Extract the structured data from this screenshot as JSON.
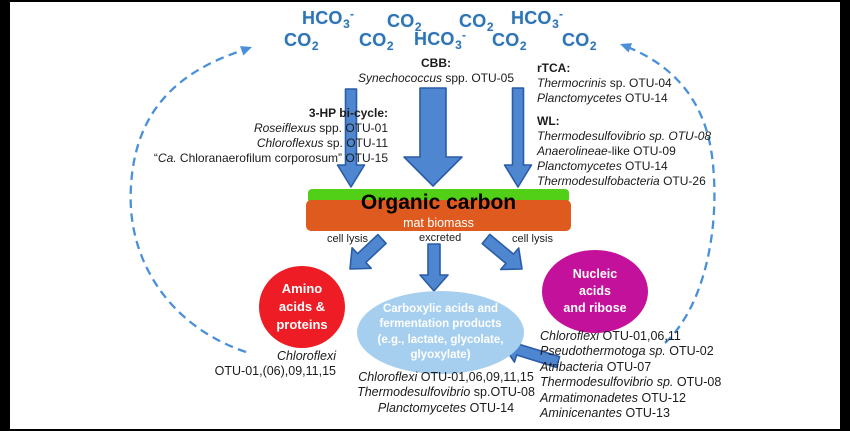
{
  "colors": {
    "blue_text": "#2E74B5",
    "arrow_fill": "#4E86D0",
    "arrow_stroke": "#2A5CA8",
    "dashed_arc": "#4A90D9",
    "green_bar": "#52D017",
    "orange_bar": "#DE5A1E",
    "red_circle": "#EE1C24",
    "magenta_circle": "#C4119B",
    "light_blue_ellipse": "#A6CFEF"
  },
  "top_formulas": {
    "row1": [
      [
        {
          "t": "HCO"
        },
        {
          "t": "3",
          "d": "sub"
        },
        {
          "t": "-",
          "d": "sup"
        }
      ],
      [
        {
          "t": "CO"
        },
        {
          "t": "2",
          "d": "sub"
        }
      ],
      [
        {
          "t": "CO"
        },
        {
          "t": "2",
          "d": "sub"
        }
      ],
      [
        {
          "t": "HCO"
        },
        {
          "t": "3",
          "d": "sub"
        },
        {
          "t": "-",
          "d": "sup"
        }
      ]
    ],
    "row2": [
      [
        {
          "t": "CO"
        },
        {
          "t": "2",
          "d": "sub"
        }
      ],
      [
        {
          "t": "CO"
        },
        {
          "t": "2",
          "d": "sub"
        }
      ],
      [
        {
          "t": "HCO"
        },
        {
          "t": "3",
          "d": "sub"
        },
        {
          "t": "-",
          "d": "sup"
        }
      ],
      [
        {
          "t": "CO"
        },
        {
          "t": "2",
          "d": "sub"
        }
      ],
      [
        {
          "t": "CO"
        },
        {
          "t": "2",
          "d": "sub"
        }
      ]
    ]
  },
  "pathways": {
    "hp": {
      "title": "3-HP bi-cycle:",
      "lines": [
        [
          {
            "t": "Roseiflexus",
            "i": 1
          },
          {
            "t": " spp. OTU-01"
          }
        ],
        [
          {
            "t": "Chloroflexus",
            "i": 1
          },
          {
            "t": " sp. OTU-11"
          }
        ],
        [
          {
            "t": "“"
          },
          {
            "t": "Ca.",
            "i": 1
          },
          {
            "t": " Chloranaerofilum corporosum” OTU-15"
          }
        ]
      ]
    },
    "cbb": {
      "title": "CBB:",
      "lines": [
        [
          {
            "t": "Synechococcus",
            "i": 1
          },
          {
            "t": " spp. OTU-05"
          }
        ]
      ]
    },
    "rtca": {
      "title": "rTCA:",
      "lines": [
        [
          {
            "t": "Thermocrinis",
            "i": 1
          },
          {
            "t": " sp. OTU-04"
          }
        ],
        [
          {
            "t": "Planctomycetes",
            "i": 1
          },
          {
            "t": " OTU-14"
          }
        ]
      ]
    },
    "wl": {
      "title": "WL:",
      "lines": [
        [
          {
            "t": "Thermodesulfovibrio sp. OTU-08",
            "i": 1
          }
        ],
        [
          {
            "t": "Anaerolineae",
            "i": 1
          },
          {
            "t": "-like OTU-09"
          }
        ],
        [
          {
            "t": "Planctomycetes",
            "i": 1
          },
          {
            "t": " OTU-14"
          }
        ],
        [
          {
            "t": "Thermodesulfobacteria",
            "i": 1
          },
          {
            "t": " OTU-26"
          }
        ]
      ]
    }
  },
  "bar": {
    "title": "Organic carbon",
    "subtitle": "mat biomass"
  },
  "flow_labels": {
    "left": "cell lysis",
    "center": "excreted",
    "right": "cell lysis"
  },
  "pools": {
    "amino": {
      "lines": [
        "Amino",
        "acids &",
        "proteins"
      ]
    },
    "carboxylic": {
      "lines": [
        "Carboxylic acids and",
        "fermentation products",
        "(e.g., lactate, glycolate,",
        "glyoxylate)"
      ]
    },
    "nucleic": {
      "lines": [
        "Nucleic",
        "acids",
        "and ribose"
      ]
    }
  },
  "bottom_left": {
    "lines": [
      [
        {
          "t": "Chloroflexi",
          "i": 1
        }
      ],
      [
        {
          "t": "OTU-01,(06),09,11,15"
        }
      ]
    ]
  },
  "bottom_center": {
    "lines": [
      [
        {
          "t": "Chloroflexi",
          "i": 1
        },
        {
          "t": " OTU-01,06,09,11,15"
        }
      ],
      [
        {
          "t": "Thermodesulfovibrio",
          "i": 1
        },
        {
          "t": " sp.OTU-08"
        }
      ],
      [
        {
          "t": "Planctomycetes",
          "i": 1
        },
        {
          "t": " OTU-14"
        }
      ]
    ]
  },
  "bottom_right": {
    "lines": [
      [
        {
          "t": "Chloroflexi",
          "i": 1
        },
        {
          "t": " OTU-01,06,11"
        }
      ],
      [
        {
          "t": "Pseudothermotoga sp.",
          "i": 1
        },
        {
          "t": " OTU-02"
        }
      ],
      [
        {
          "t": "Atribacteria",
          "i": 1
        },
        {
          "t": " OTU-07"
        }
      ],
      [
        {
          "t": "Thermodesulfovibrio sp.",
          "i": 1
        },
        {
          "t": " OTU-08"
        }
      ],
      [
        {
          "t": "Armatimonadetes",
          "i": 1
        },
        {
          "t": " OTU-12"
        }
      ],
      [
        {
          "t": "Aminicenantes",
          "i": 1
        },
        {
          "t": " OTU-13"
        }
      ]
    ]
  }
}
